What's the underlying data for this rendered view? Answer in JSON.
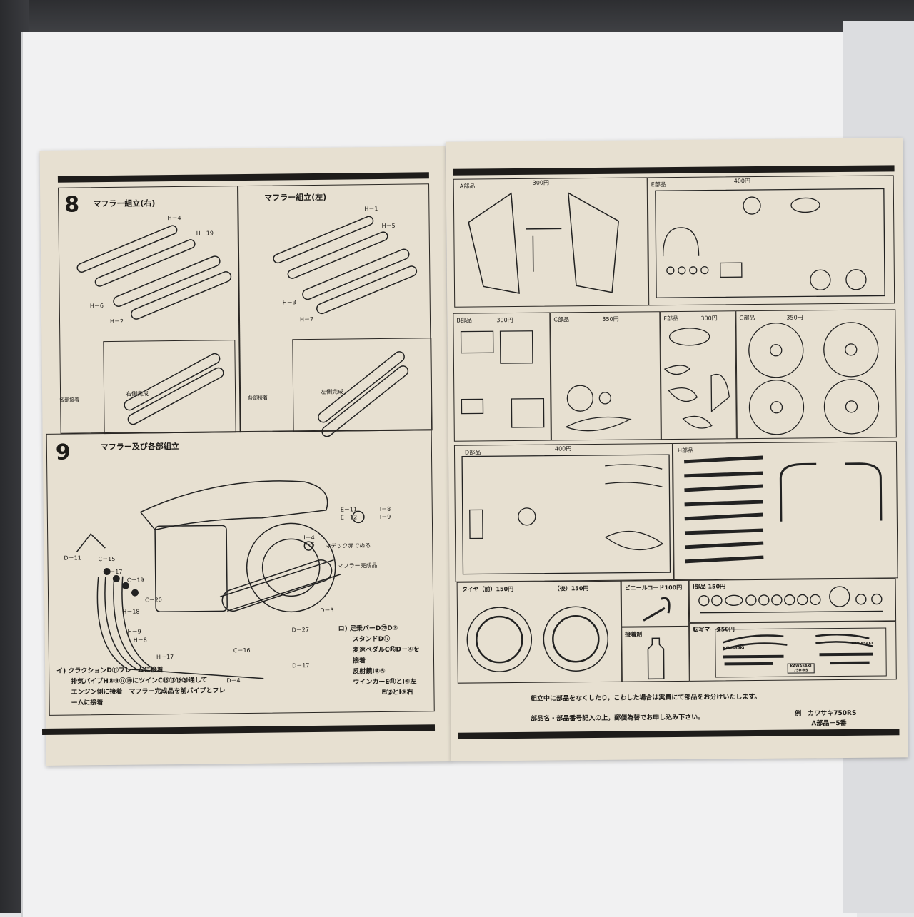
{
  "left_page": {
    "step8": {
      "number": "8",
      "title_right": "マフラー組立(右)",
      "title_left": "マフラー組立(左)",
      "right_labels": [
        "H－4",
        "H－19",
        "H－6",
        "H－2"
      ],
      "left_labels": [
        "H－1",
        "H－5",
        "H－3",
        "H－7"
      ],
      "glue_label": "各部接着",
      "right_done": "右側完成",
      "left_done": "左側完成"
    },
    "step9": {
      "number": "9",
      "title": "マフラー及び各部組立",
      "labels": [
        "E－11",
        "I－8",
        "E－12",
        "I－9",
        "I－4",
        "I－5",
        "マデック赤でぬる",
        "マフラー完成品",
        "D－11",
        "C－15",
        "C－17",
        "C－19",
        "C－20",
        "H－18",
        "H－9",
        "H－8",
        "H－17",
        "C－16",
        "D－4",
        "D－17",
        "D－27",
        "D－3"
      ],
      "note_a": [
        "イ) クラクションD⑪フレームに接着",
        "排気パイプH⑧⑨⑰⑱にツインC⑮⑰⑲⑳通して",
        "エンジン側に接着　マフラー完成品を前パイプとフレ",
        "ームに接着"
      ],
      "note_b": [
        "ロ) 足乗バーD㉗D③",
        "スタンドD⑰",
        "変速ペダルC⑯D－④を",
        "接着",
        "反射鏡I④⑤",
        "ウインカーE⑪とI⑧左",
        "E⑫とI⑨右"
      ]
    }
  },
  "right_page": {
    "parts": [
      {
        "name": "A部品",
        "price": "300円"
      },
      {
        "name": "E部品",
        "price": "400円"
      },
      {
        "name": "B部品",
        "price": "300円"
      },
      {
        "name": "C部品",
        "price": "350円"
      },
      {
        "name": "F部品",
        "price": "300円"
      },
      {
        "name": "G部品",
        "price": "350円"
      },
      {
        "name": "D部品",
        "price": "400円"
      },
      {
        "name": "H部品",
        "price": ""
      }
    ],
    "tire_front": "タイヤ（前）150円",
    "tire_rear": "（後）150円",
    "vinyl_cord": "ビニールコード100円",
    "glue": "接着剤",
    "i_parts": "I部品 150円",
    "decal": {
      "label": "転写マーク",
      "price": "150円",
      "brand": "KAWASAKI",
      "model_top": "KAWASAKI",
      "model_bottom": "750-RS"
    },
    "footer": {
      "line1": "組立中に部品をなくしたり，こわした場合は実費にて部品をお分けいたします。",
      "line2": "部品名・部品番号記入の上，郵便為替でお申し込み下さい。",
      "example1": "例　カワサキ750RS",
      "example2": "A部品－5番"
    }
  }
}
